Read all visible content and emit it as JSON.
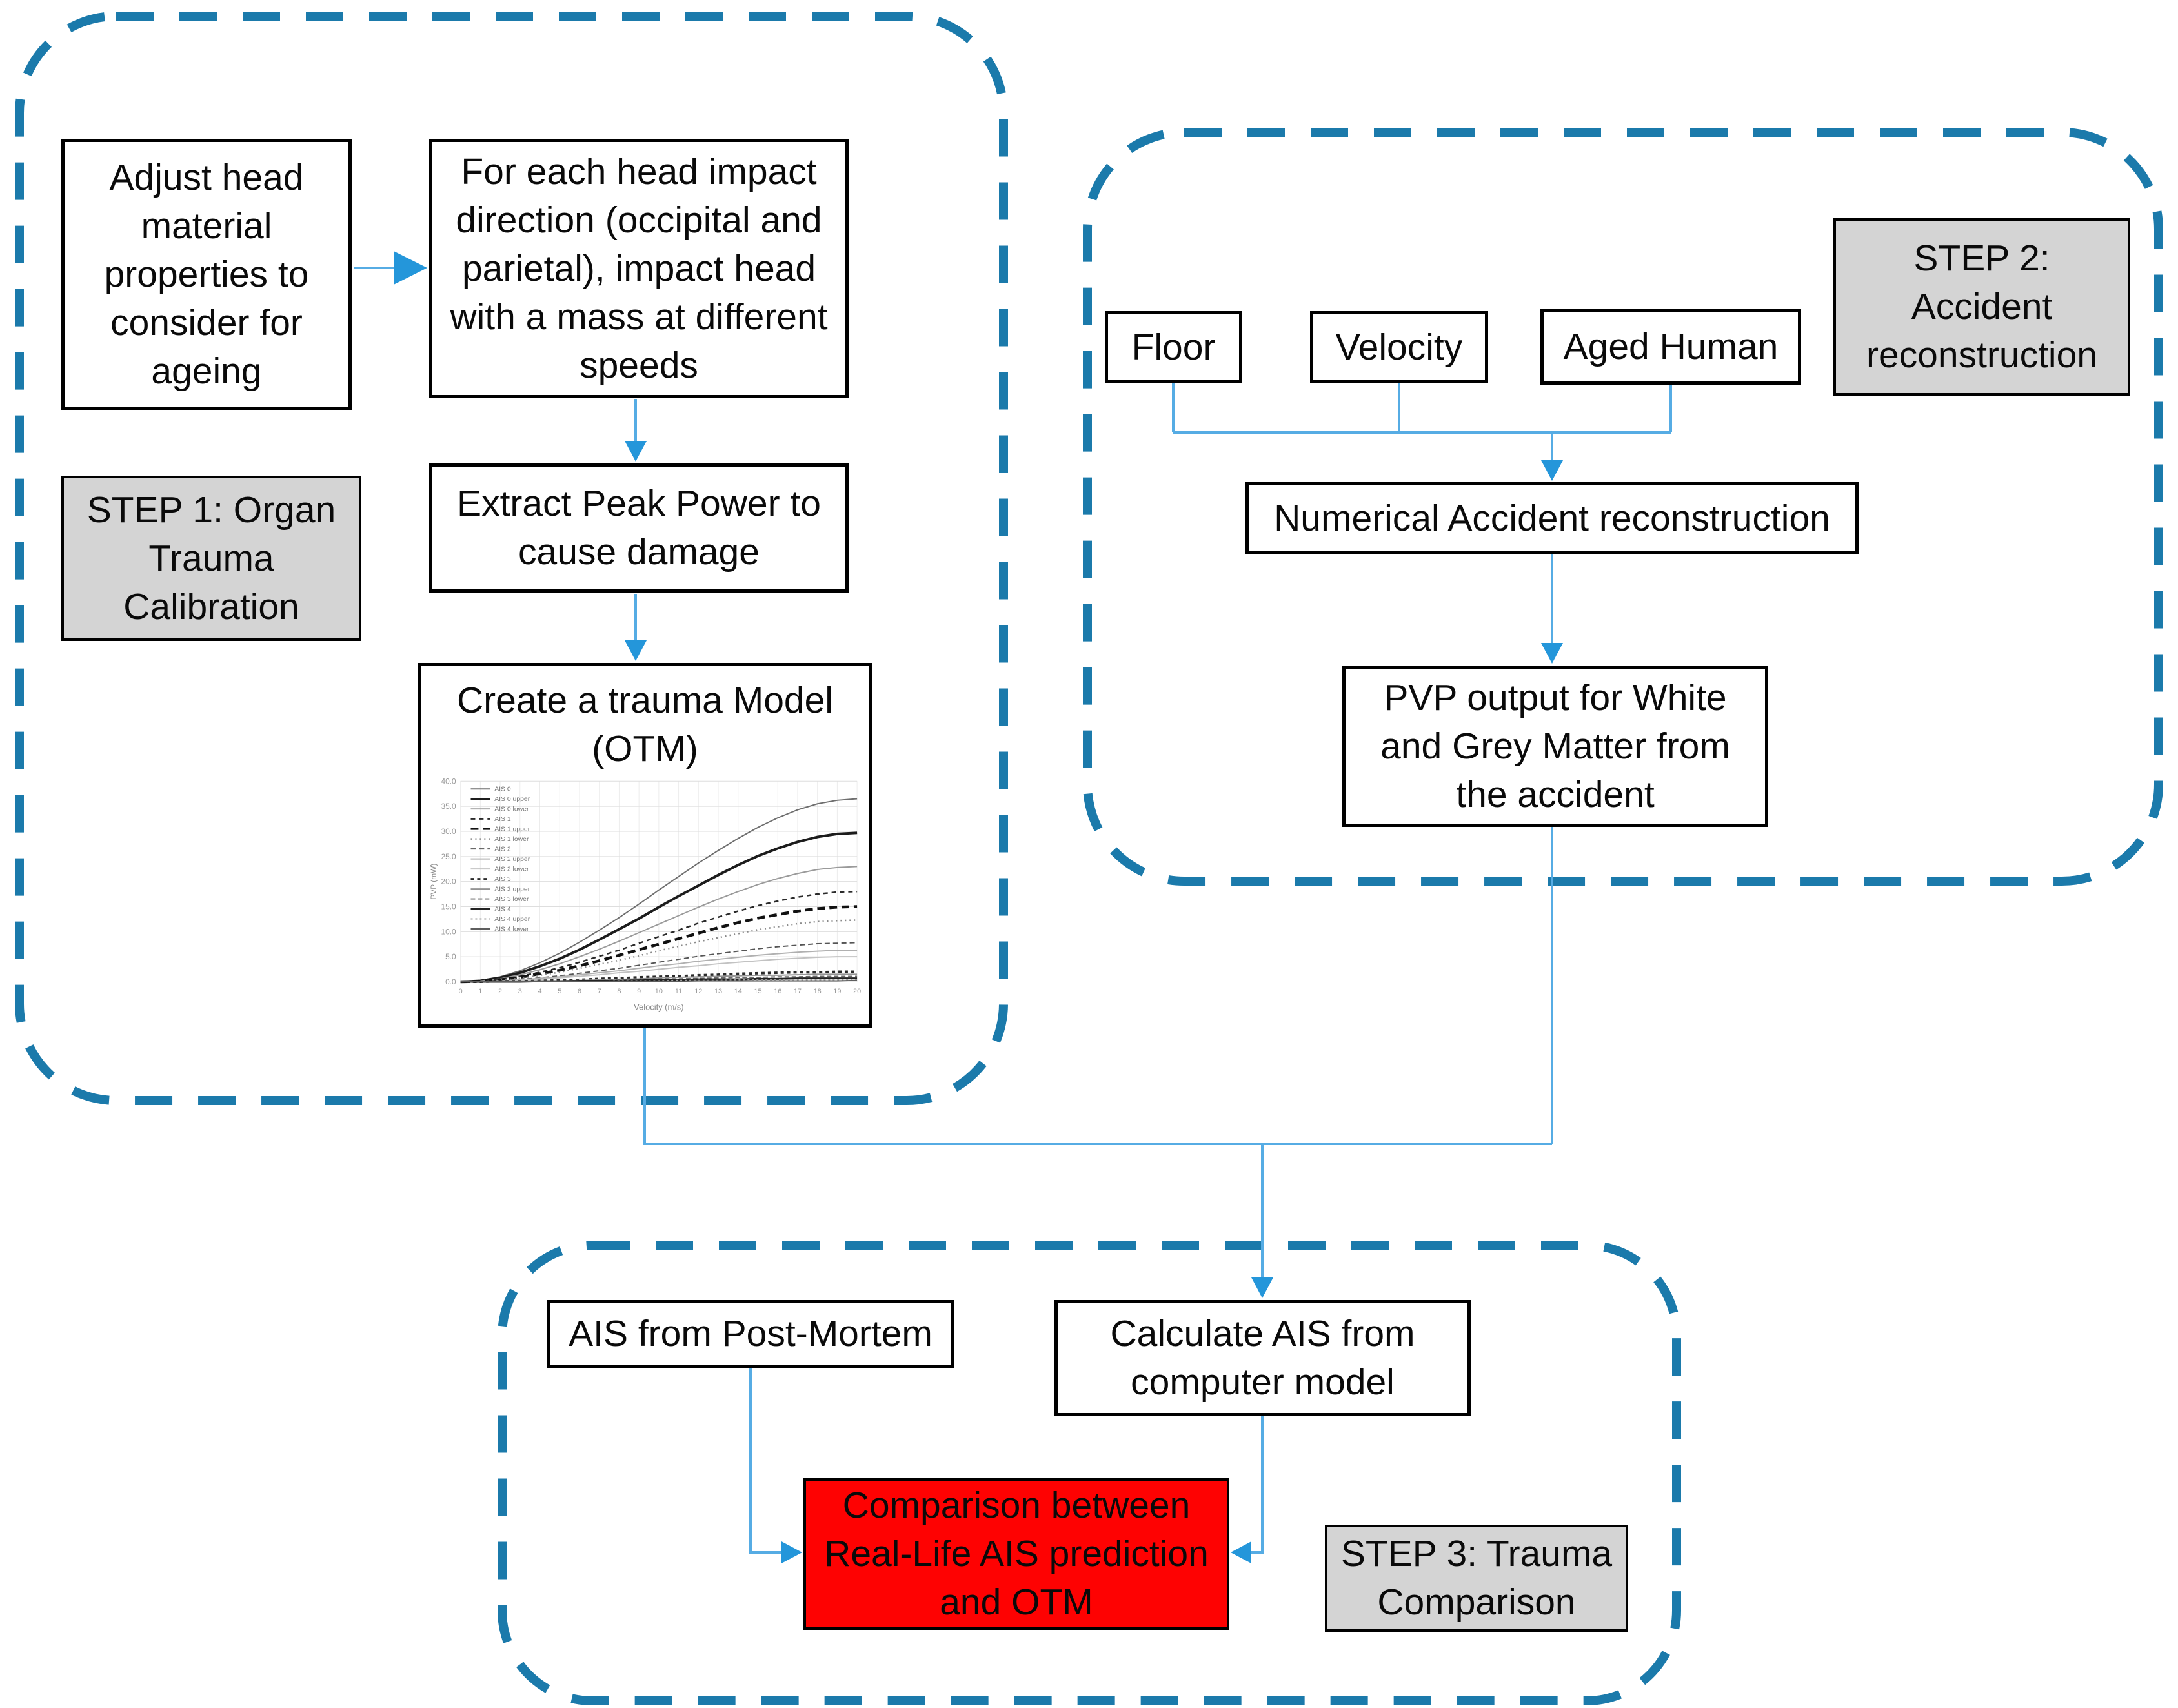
{
  "colors": {
    "container_dash": "#1b7aab",
    "connector_line": "#56ace4",
    "arrow_head": "#2496da",
    "box_border": "#000000",
    "gray_fill": "#d4d4d4",
    "red_fill": "#fe0202",
    "text": "#0a0a0a"
  },
  "step1": {
    "label": "STEP 1: Organ Trauma Calibration",
    "boxes": {
      "adjust": "Adjust head material properties to consider for ageing",
      "impact": "For each head impact direction (occipital and parietal), impact head with a mass at different speeds",
      "extract": "Extract Peak Power to cause damage",
      "otm_title": "Create a trauma Model (OTM)"
    }
  },
  "step2": {
    "label": "STEP 2: Accident reconstruction",
    "boxes": {
      "floor": "Floor",
      "velocity": "Velocity",
      "aged_human": "Aged Human",
      "numerical": "Numerical Accident reconstruction",
      "pvp": "PVP output for White and Grey Matter from the accident"
    }
  },
  "step3": {
    "label": "STEP 3: Trauma Comparison",
    "boxes": {
      "ais_post_mortem": "AIS from Post-Mortem",
      "calculate_ais": "Calculate AIS from computer model",
      "comparison": "Comparison between Real-Life AIS prediction and OTM"
    }
  },
  "chart_data": {
    "type": "line",
    "title": "Create a trauma Model (OTM)",
    "xlabel": "Velocity (m/s)",
    "ylabel": "PVP (mW)",
    "xlim": [
      0,
      20
    ],
    "ylim": [
      0,
      40
    ],
    "xticks": [
      0,
      1,
      2,
      3,
      4,
      5,
      6,
      7,
      8,
      9,
      10,
      11,
      12,
      13,
      14,
      15,
      16,
      17,
      18,
      19,
      20
    ],
    "yticks": [
      0.0,
      5.0,
      10.0,
      15.0,
      20.0,
      25.0,
      30.0,
      35.0,
      40.0
    ],
    "grid": true,
    "legend_position": "upper-left",
    "x": [
      0,
      1,
      2,
      3,
      4,
      5,
      6,
      7,
      8,
      9,
      10,
      11,
      12,
      13,
      14,
      15,
      16,
      17,
      18,
      19,
      20
    ],
    "series": [
      {
        "name": "AIS 0",
        "color": "#6e6e6e",
        "width": 2,
        "dash": "",
        "values": [
          0,
          0.3,
          1.0,
          2.2,
          3.8,
          5.7,
          7.9,
          10.3,
          12.8,
          15.5,
          18.3,
          21.0,
          23.7,
          26.2,
          28.6,
          30.8,
          32.7,
          34.3,
          35.5,
          36.2,
          36.5
        ]
      },
      {
        "name": "AIS 0 upper",
        "color": "#1c1c1c",
        "width": 4,
        "dash": "",
        "values": [
          0,
          0.2,
          0.8,
          1.8,
          3.1,
          4.6,
          6.4,
          8.4,
          10.5,
          12.6,
          14.9,
          17.1,
          19.2,
          21.3,
          23.3,
          25.1,
          26.6,
          27.9,
          28.9,
          29.5,
          29.7
        ]
      },
      {
        "name": "AIS 0 lower",
        "color": "#9a9a9a",
        "width": 2,
        "dash": "",
        "values": [
          0,
          0.2,
          0.6,
          1.4,
          2.4,
          3.6,
          5.0,
          6.5,
          8.1,
          9.8,
          11.5,
          13.2,
          14.9,
          16.5,
          18.0,
          19.4,
          20.6,
          21.6,
          22.4,
          22.8,
          23.0
        ]
      },
      {
        "name": "AIS 1",
        "color": "#2a2a2a",
        "width": 2.5,
        "dash": "7 6",
        "values": [
          0,
          0.1,
          0.5,
          1.1,
          1.9,
          2.8,
          3.9,
          5.1,
          6.3,
          7.7,
          9.0,
          10.3,
          11.7,
          12.9,
          14.1,
          15.2,
          16.1,
          16.9,
          17.5,
          17.9,
          18.0
        ]
      },
      {
        "name": "AIS 1 upper",
        "color": "#111111",
        "width": 4.5,
        "dash": "12 7",
        "values": [
          0,
          0.1,
          0.4,
          0.9,
          1.6,
          2.3,
          3.2,
          4.2,
          5.3,
          6.4,
          7.5,
          8.6,
          9.7,
          10.8,
          11.8,
          12.7,
          13.4,
          14.1,
          14.6,
          14.9,
          15.0
        ]
      },
      {
        "name": "AIS 1 lower",
        "color": "#8a8a8a",
        "width": 2.5,
        "dash": "2 5",
        "values": [
          0,
          0.1,
          0.3,
          0.7,
          1.3,
          1.9,
          2.7,
          3.5,
          4.3,
          5.2,
          6.2,
          7.1,
          8.0,
          8.8,
          9.6,
          10.4,
          11.0,
          11.6,
          12.0,
          12.2,
          12.3
        ]
      },
      {
        "name": "AIS 2",
        "color": "#555555",
        "width": 2,
        "dash": "8 5",
        "values": [
          0,
          0.1,
          0.2,
          0.5,
          0.8,
          1.2,
          1.7,
          2.2,
          2.7,
          3.3,
          3.9,
          4.5,
          5.1,
          5.6,
          6.1,
          6.6,
          7.0,
          7.3,
          7.6,
          7.7,
          7.8
        ]
      },
      {
        "name": "AIS 2 upper",
        "color": "#b0b0b0",
        "width": 2,
        "dash": "",
        "values": [
          0,
          0,
          0.2,
          0.4,
          0.7,
          1.0,
          1.4,
          1.8,
          2.2,
          2.7,
          3.2,
          3.6,
          4.1,
          4.5,
          4.9,
          5.3,
          5.6,
          5.9,
          6.1,
          6.3,
          6.3
        ]
      },
      {
        "name": "AIS 2 lower",
        "color": "#c2c2c2",
        "width": 2,
        "dash": "",
        "values": [
          0,
          0,
          0.1,
          0.3,
          0.5,
          0.8,
          1.1,
          1.4,
          1.8,
          2.1,
          2.5,
          2.9,
          3.2,
          3.6,
          3.9,
          4.2,
          4.5,
          4.7,
          4.9,
          5.0,
          5.0
        ]
      },
      {
        "name": "AIS 3",
        "color": "#2a2a2a",
        "width": 4,
        "dash": "5 5",
        "values": [
          0,
          0,
          0.1,
          0.1,
          0.2,
          0.3,
          0.4,
          0.6,
          0.7,
          0.9,
          1.0,
          1.1,
          1.3,
          1.4,
          1.6,
          1.7,
          1.8,
          1.9,
          1.9,
          2.0,
          2.0
        ]
      },
      {
        "name": "AIS 3 upper",
        "color": "#949494",
        "width": 2,
        "dash": "",
        "values": [
          0,
          0,
          0,
          0.1,
          0.2,
          0.2,
          0.3,
          0.4,
          0.5,
          0.6,
          0.8,
          0.9,
          1.0,
          1.1,
          1.2,
          1.3,
          1.3,
          1.4,
          1.5,
          1.5,
          1.5
        ]
      },
      {
        "name": "AIS 3 lower",
        "color": "#6a6a6a",
        "width": 2,
        "dash": "7 4",
        "values": [
          0,
          0,
          0,
          0.1,
          0.1,
          0.2,
          0.2,
          0.3,
          0.4,
          0.5,
          0.6,
          0.6,
          0.7,
          0.8,
          0.9,
          0.9,
          1.0,
          1.0,
          1.1,
          1.1,
          1.1
        ]
      },
      {
        "name": "AIS 4",
        "color": "#222222",
        "width": 3,
        "dash": "",
        "values": [
          0,
          0,
          0,
          0,
          0.1,
          0.1,
          0.2,
          0.2,
          0.2,
          0.3,
          0.4,
          0.4,
          0.5,
          0.5,
          0.5,
          0.6,
          0.6,
          0.7,
          0.7,
          0.7,
          0.7
        ]
      },
      {
        "name": "AIS 4 upper",
        "color": "#a0a0a0",
        "width": 2,
        "dash": "3 4",
        "values": [
          0,
          0,
          0,
          0,
          0,
          0.1,
          0.1,
          0.1,
          0.2,
          0.2,
          0.2,
          0.3,
          0.3,
          0.3,
          0.4,
          0.4,
          0.4,
          0.4,
          0.4,
          0.4,
          0.5
        ]
      },
      {
        "name": "AIS 4 lower",
        "color": "#5e5e5e",
        "width": 2,
        "dash": "",
        "values": [
          0,
          0,
          0,
          0,
          0,
          0,
          0.1,
          0.1,
          0.1,
          0.1,
          0.1,
          0.1,
          0.2,
          0.2,
          0.2,
          0.2,
          0.2,
          0.2,
          0.2,
          0.2,
          0.3
        ]
      }
    ]
  }
}
